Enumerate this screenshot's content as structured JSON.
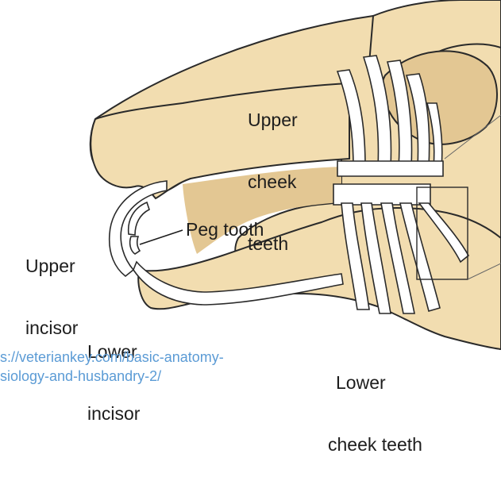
{
  "figure": {
    "colors": {
      "bone": "#f2ddb0",
      "bone_shadow": "#e3c793",
      "outline": "#2a2a2a",
      "tooth": "#ffffff",
      "link": "#5b9bd5"
    },
    "labels": {
      "upper_cheek_teeth": [
        "Upper",
        "cheek",
        "teeth"
      ],
      "upper_incisor": [
        "Upper",
        "incisor"
      ],
      "peg_tooth": "Peg tooth",
      "lower_incisor": [
        "Lower",
        "incisor"
      ],
      "lower_cheek_teeth": [
        "Lower",
        "cheek teeth"
      ]
    },
    "source_url": [
      "s://veteriankey.com/basic-anatomy-",
      "siology-and-husbandry-2/"
    ]
  }
}
